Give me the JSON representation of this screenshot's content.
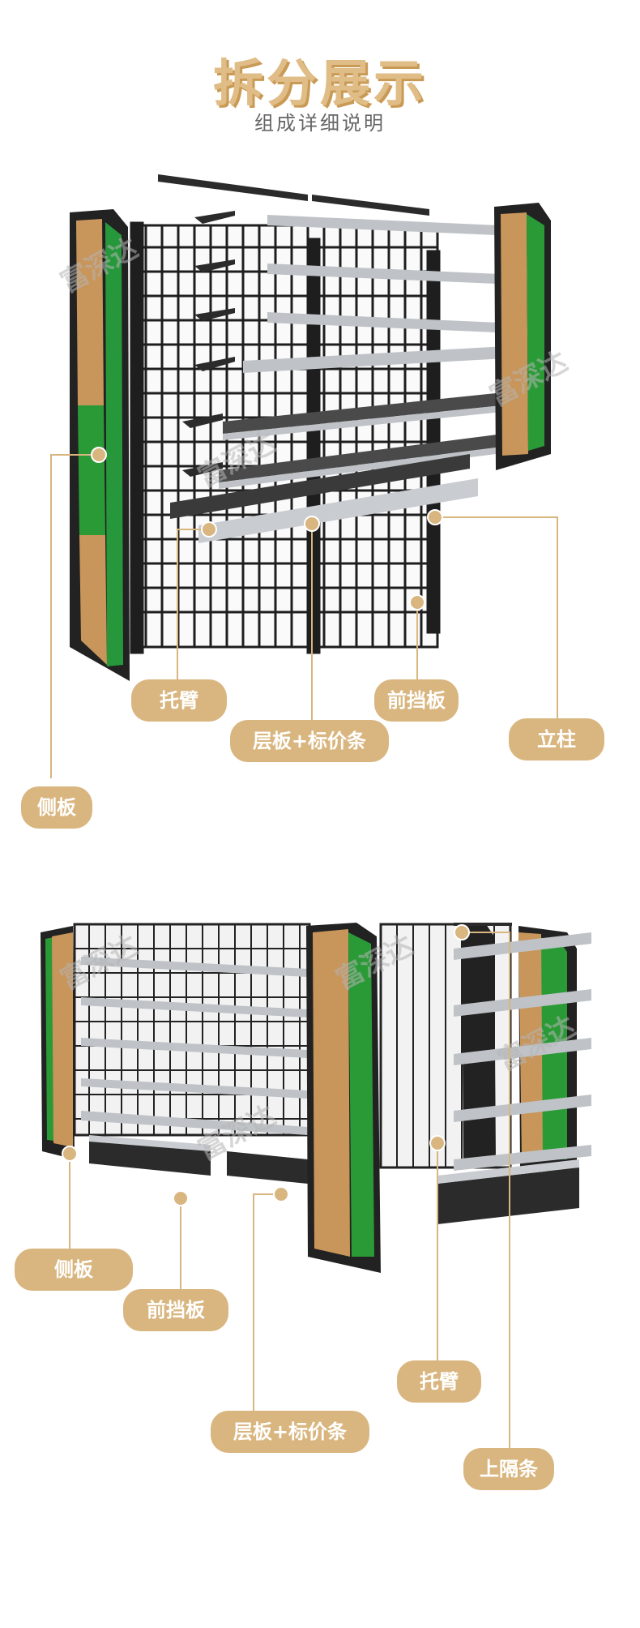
{
  "header": {
    "title": "拆分展示",
    "subtitle": "组成详细说明"
  },
  "watermark": "富深达",
  "figure1": {
    "labels": {
      "side_panel": "侧板",
      "bracket": "托臂",
      "shelf_price": "层板+标价条",
      "front_baffle": "前挡板",
      "upright": "立柱"
    }
  },
  "figure2": {
    "labels": {
      "side_panel": "侧板",
      "front_baffle": "前挡板",
      "shelf_price": "层板+标价条",
      "bracket": "托臂",
      "top_bar": "上隔条"
    }
  },
  "colors": {
    "accent": "#d9b67f",
    "wood": "#c8955a",
    "green": "#1f8a2c",
    "metal": "#2b2b2b",
    "steel": "#bfc3c7"
  }
}
